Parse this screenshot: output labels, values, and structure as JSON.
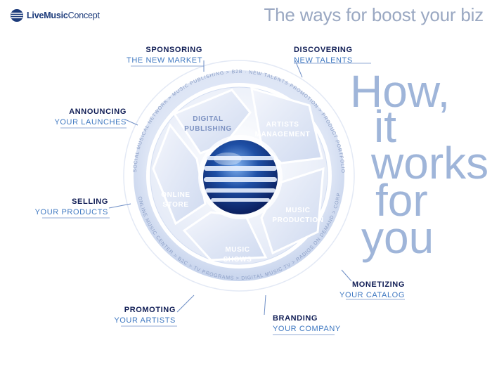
{
  "header": {
    "logo_part1": "Live",
    "logo_part2": "Music",
    "logo_part3": "Concept",
    "tagline": "The ways for boost your biz"
  },
  "headline": [
    "How,",
    "it",
    "works",
    "for",
    "you"
  ],
  "segments": [
    {
      "line1": "DIGITAL",
      "line2": "PUBLISHING"
    },
    {
      "line1": "ARTISTS",
      "line2": "MANAGEMENT"
    },
    {
      "line1": "MUSIC",
      "line2": "PRODUCTION"
    },
    {
      "line1": "MUSIC",
      "line2": "SHOWS"
    },
    {
      "line1": "ONLINE",
      "line2": "STORE"
    }
  ],
  "ring_text": {
    "b2b": "B2B",
    "b2c": "B2C",
    "upper": "SOCIAL MUSICAL NETWORK > MUSIC PUBLISHING > B2B · NEW TALENTS PROMOTION > PRODUCT PORTFOLIO > MUSIC LABEL > MERCHANDISING > PIPED MUSIC",
    "lower": "ONLINE MUSIC CENTER > B2C > TV PROGRAMS > DIGITAL MUSIC TV > RADIOS ON DEMAND > CORPORATE"
  },
  "labels": [
    {
      "title": "SPONSORING",
      "subtitle": "THE NEW MARKET"
    },
    {
      "title": "DISCOVERING",
      "subtitle": "NEW TALENTS"
    },
    {
      "title": "ANNOUNCING",
      "subtitle": "YOUR LAUNCHES"
    },
    {
      "title": "SELLING",
      "subtitle": "YOUR PRODUCTS"
    },
    {
      "title": "MONETIZING",
      "subtitle": "YOUR CATALOG"
    },
    {
      "title": "PROMOTING",
      "subtitle": "YOUR ARTISTS"
    },
    {
      "title": "BRANDING",
      "subtitle": "YOUR COMPANY"
    }
  ],
  "colors": {
    "navy": "#101d55",
    "accent": "#3f78c1",
    "ring": "#c9d5ec",
    "headline": "#9fb5d9"
  }
}
